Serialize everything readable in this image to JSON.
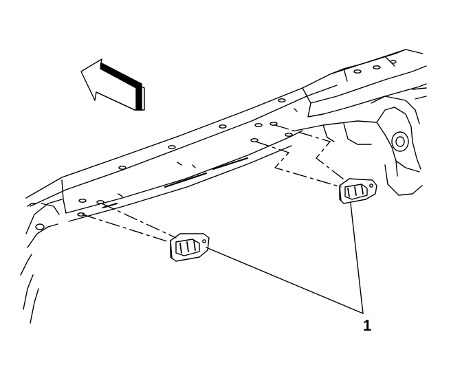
{
  "diagram": {
    "callout_label": "1",
    "colors": {
      "line": "#000000",
      "background": "#ffffff"
    },
    "parts": [
      "frame-rail",
      "direction-arrow",
      "sensor-left",
      "sensor-right",
      "crossmember"
    ]
  }
}
